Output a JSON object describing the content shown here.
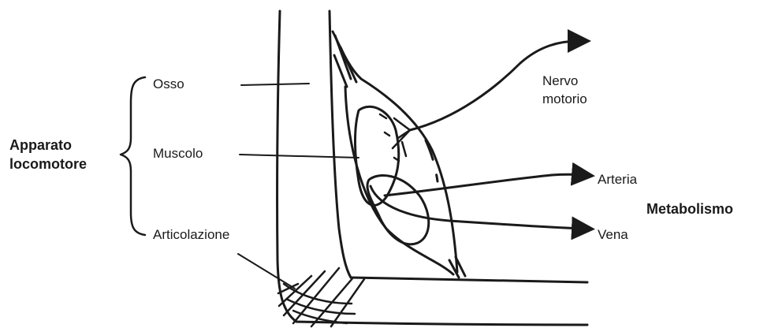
{
  "labels": {
    "group_left": [
      "Apparato",
      "locomotore"
    ],
    "osso": "Osso",
    "muscolo": "Muscolo",
    "articolazione": "Articolazione",
    "nervo": [
      "Nervo",
      "motorio"
    ],
    "arteria": "Arteria",
    "vena": "Vena",
    "group_right": "Metabolismo"
  },
  "colors": {
    "ink": "#1a1a1a",
    "background": "#ffffff"
  }
}
